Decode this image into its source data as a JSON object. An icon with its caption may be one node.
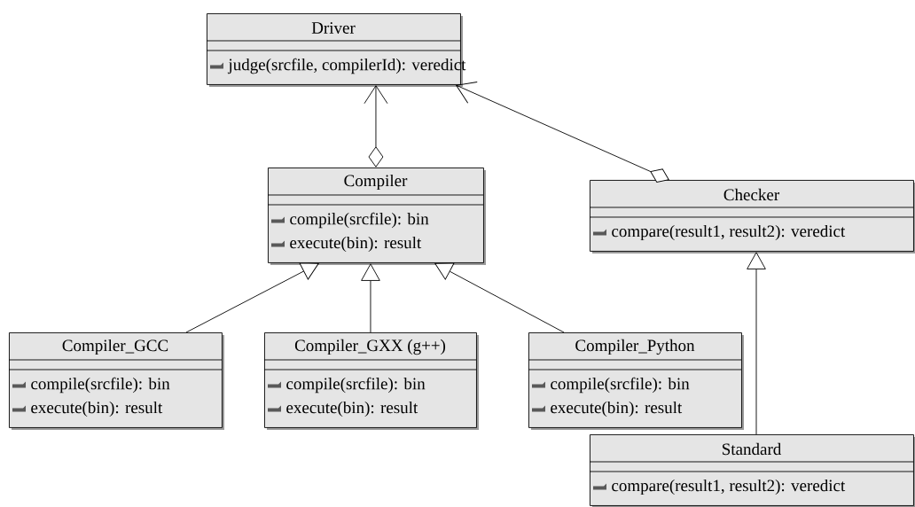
{
  "diagram": {
    "nodes": [
      {
        "text": [
          "Driver",
          "judge(srcfile, compilerId): veredict"
        ]
      },
      {
        "text": [
          "Compiler",
          "compile(srcfile): bin",
          "execute(bin): result"
        ]
      },
      {
        "text": [
          "Checker",
          "compare(result1, result2): veredict"
        ]
      },
      {
        "text": [
          "Compiler_GCC",
          "compile(srcfile): bin",
          "execute(bin): result"
        ]
      },
      {
        "text": [
          "Compiler_GXX (g++)",
          "compile(srcfile): bin",
          "execute(bin): result"
        ]
      },
      {
        "text": [
          "Compiler_Python",
          "compile(srcfile): bin",
          "execute(bin): result"
        ]
      },
      {
        "text": [
          "Standard",
          "compare(result1, result2): veredict"
        ]
      }
    ],
    "edges": [
      {
        "from": 1,
        "to": 0,
        "arrow": "to"
      },
      {
        "from": 2,
        "to": 0,
        "arrow": "to"
      },
      {
        "from": 3,
        "to": 1,
        "arrow": "to"
      },
      {
        "from": 4,
        "to": 1,
        "arrow": "to"
      },
      {
        "from": 5,
        "to": 1,
        "arrow": "to"
      },
      {
        "from": 6,
        "to": 2,
        "arrow": "to"
      }
    ]
  }
}
